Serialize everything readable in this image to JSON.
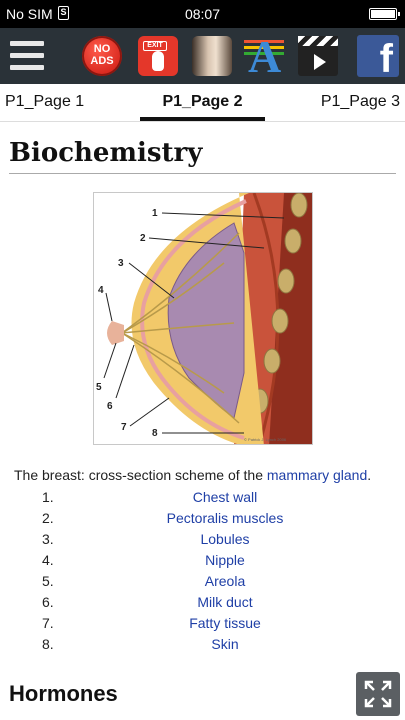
{
  "status_bar": {
    "carrier": "No SIM",
    "sim_badge": "S",
    "time": "08:07",
    "battery_level": 1.0
  },
  "toolbar": {
    "menu_icon": "hamburger-menu-icon",
    "no_ads_label": "NO\nADS",
    "exit_label": "EXIT",
    "icons": [
      "no-ads-icon",
      "exit-icon",
      "photo-icon",
      "font-icon",
      "video-clapper-icon",
      "facebook-icon"
    ],
    "font_letter": "A",
    "facebook_letter": "f"
  },
  "tabs": [
    {
      "label": "P1_Page 1",
      "selected": false
    },
    {
      "label": "P1_Page 2",
      "selected": true
    },
    {
      "label": "P1_Page 3",
      "selected": false
    }
  ],
  "article": {
    "title": "Biochemistry",
    "figure": {
      "labels": [
        "1",
        "2",
        "3",
        "4",
        "5",
        "6",
        "7",
        "8"
      ],
      "credit": "© Patrick J. Lynch 2006"
    },
    "caption_prefix": "The breast: cross-section scheme of the ",
    "caption_link": "mammary gland",
    "caption_suffix": ".",
    "parts": [
      {
        "num": "1.",
        "label": "Chest wall"
      },
      {
        "num": "2.",
        "label": "Pectoralis muscles"
      },
      {
        "num": "3.",
        "label": "Lobules"
      },
      {
        "num": "4.",
        "label": "Nipple"
      },
      {
        "num": "5.",
        "label": "Areola"
      },
      {
        "num": "6.",
        "label": "Milk duct"
      },
      {
        "num": "7.",
        "label": "Fatty tissue"
      },
      {
        "num": "8.",
        "label": "Skin"
      }
    ],
    "next_section": "Hormones"
  },
  "colors": {
    "toolbar": "#2a3238",
    "link": "#1f3fa6",
    "fab": "#5b5f63",
    "facebook": "#3b5998"
  }
}
